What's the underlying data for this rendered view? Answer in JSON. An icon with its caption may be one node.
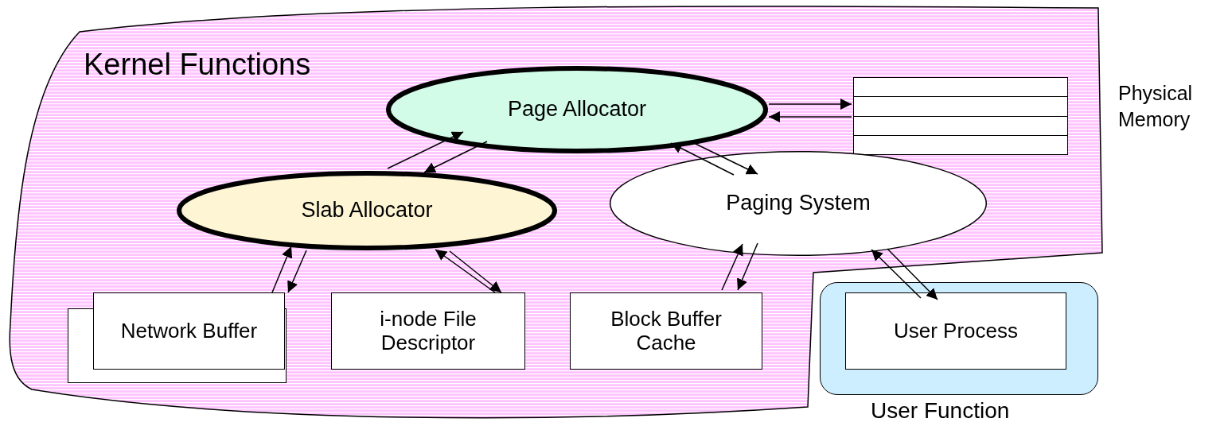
{
  "diagram": {
    "nodes": [
      {
        "text": [
          "Kernel Functions"
        ]
      },
      {
        "text": [
          "Page Allocator"
        ],
        "in": 0
      },
      {
        "text": [
          "Physical Memory"
        ],
        "in": 0
      },
      {
        "text": [
          "Slab Allocator"
        ],
        "in": 0
      },
      {
        "text": [
          "Paging System"
        ],
        "in": 0
      },
      {
        "text": [
          "Network Buffer"
        ],
        "in": 0
      },
      {
        "text": [
          "i-node File Descriptor"
        ],
        "in": 0
      },
      {
        "text": [
          "Block Buffer Cache"
        ],
        "in": 0
      },
      {
        "text": [
          "User Function"
        ]
      },
      {
        "text": [
          "User Process"
        ],
        "in": 8
      }
    ],
    "edges": [
      {
        "from": 3,
        "to": 1,
        "arrow": "to"
      },
      {
        "from": 1,
        "to": 3,
        "arrow": "to"
      },
      {
        "from": 1,
        "to": 2,
        "arrow": "to"
      },
      {
        "from": 2,
        "to": 1,
        "arrow": "to"
      },
      {
        "from": 4,
        "to": 1,
        "arrow": "to"
      },
      {
        "from": 1,
        "to": 4,
        "arrow": "to"
      },
      {
        "from": 5,
        "to": 3,
        "arrow": "to"
      },
      {
        "from": 3,
        "to": 5,
        "arrow": "to"
      },
      {
        "from": 6,
        "to": 3,
        "arrow": "to"
      },
      {
        "from": 3,
        "to": 6,
        "arrow": "to"
      },
      {
        "from": 7,
        "to": 4,
        "arrow": "to"
      },
      {
        "from": 4,
        "to": 7,
        "arrow": "to"
      },
      {
        "from": 9,
        "to": 4,
        "arrow": "to"
      },
      {
        "from": 4,
        "to": 9,
        "arrow": "to"
      }
    ]
  }
}
